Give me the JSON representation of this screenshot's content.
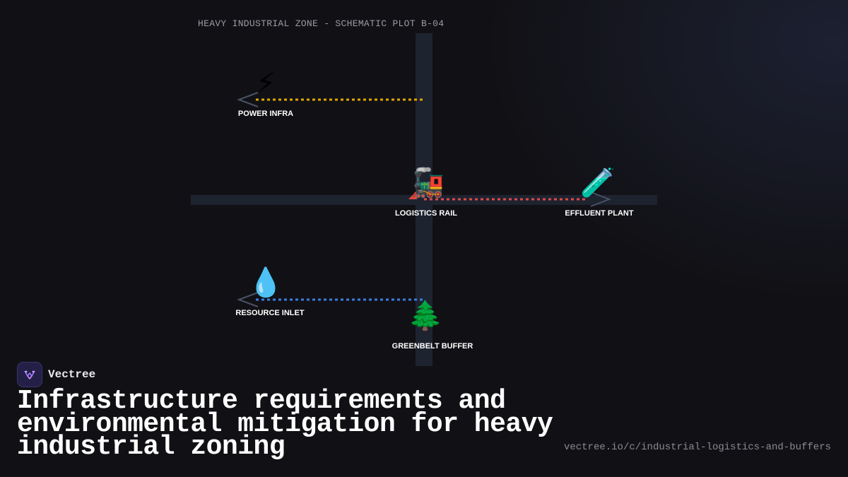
{
  "diagram": {
    "title": "HEAVY INDUSTRIAL ZONE - SCHEMATIC PLOT B-04",
    "nodes": [
      {
        "id": "power",
        "label": "POWER INFRA",
        "icon": "⚡",
        "icon_name": "lightning-icon",
        "line_color": "#e0a800"
      },
      {
        "id": "rail",
        "label": "LOGISTICS RAIL",
        "icon": "🚂",
        "icon_name": "locomotive-icon",
        "line_color": "#e04848"
      },
      {
        "id": "effluent",
        "label": "EFFLUENT PLANT",
        "icon": "🧪",
        "icon_name": "test-tube-icon",
        "line_color": "#e04848"
      },
      {
        "id": "inlet",
        "label": "RESOURCE INLET",
        "icon": "💧",
        "icon_name": "droplet-icon",
        "line_color": "#3b7de0"
      },
      {
        "id": "greenbelt",
        "label": "GREENBELT BUFFER",
        "icon": "🌲",
        "icon_name": "evergreen-tree-icon",
        "line_color": "#2e9e4a"
      }
    ]
  },
  "brand": {
    "name": "Vectree",
    "accent": "#7c5cff"
  },
  "headline": "Infrastructure requirements and environmental mitigation for heavy industrial zoning",
  "url": "vectree.io/c/industrial-logistics-and-buffers"
}
